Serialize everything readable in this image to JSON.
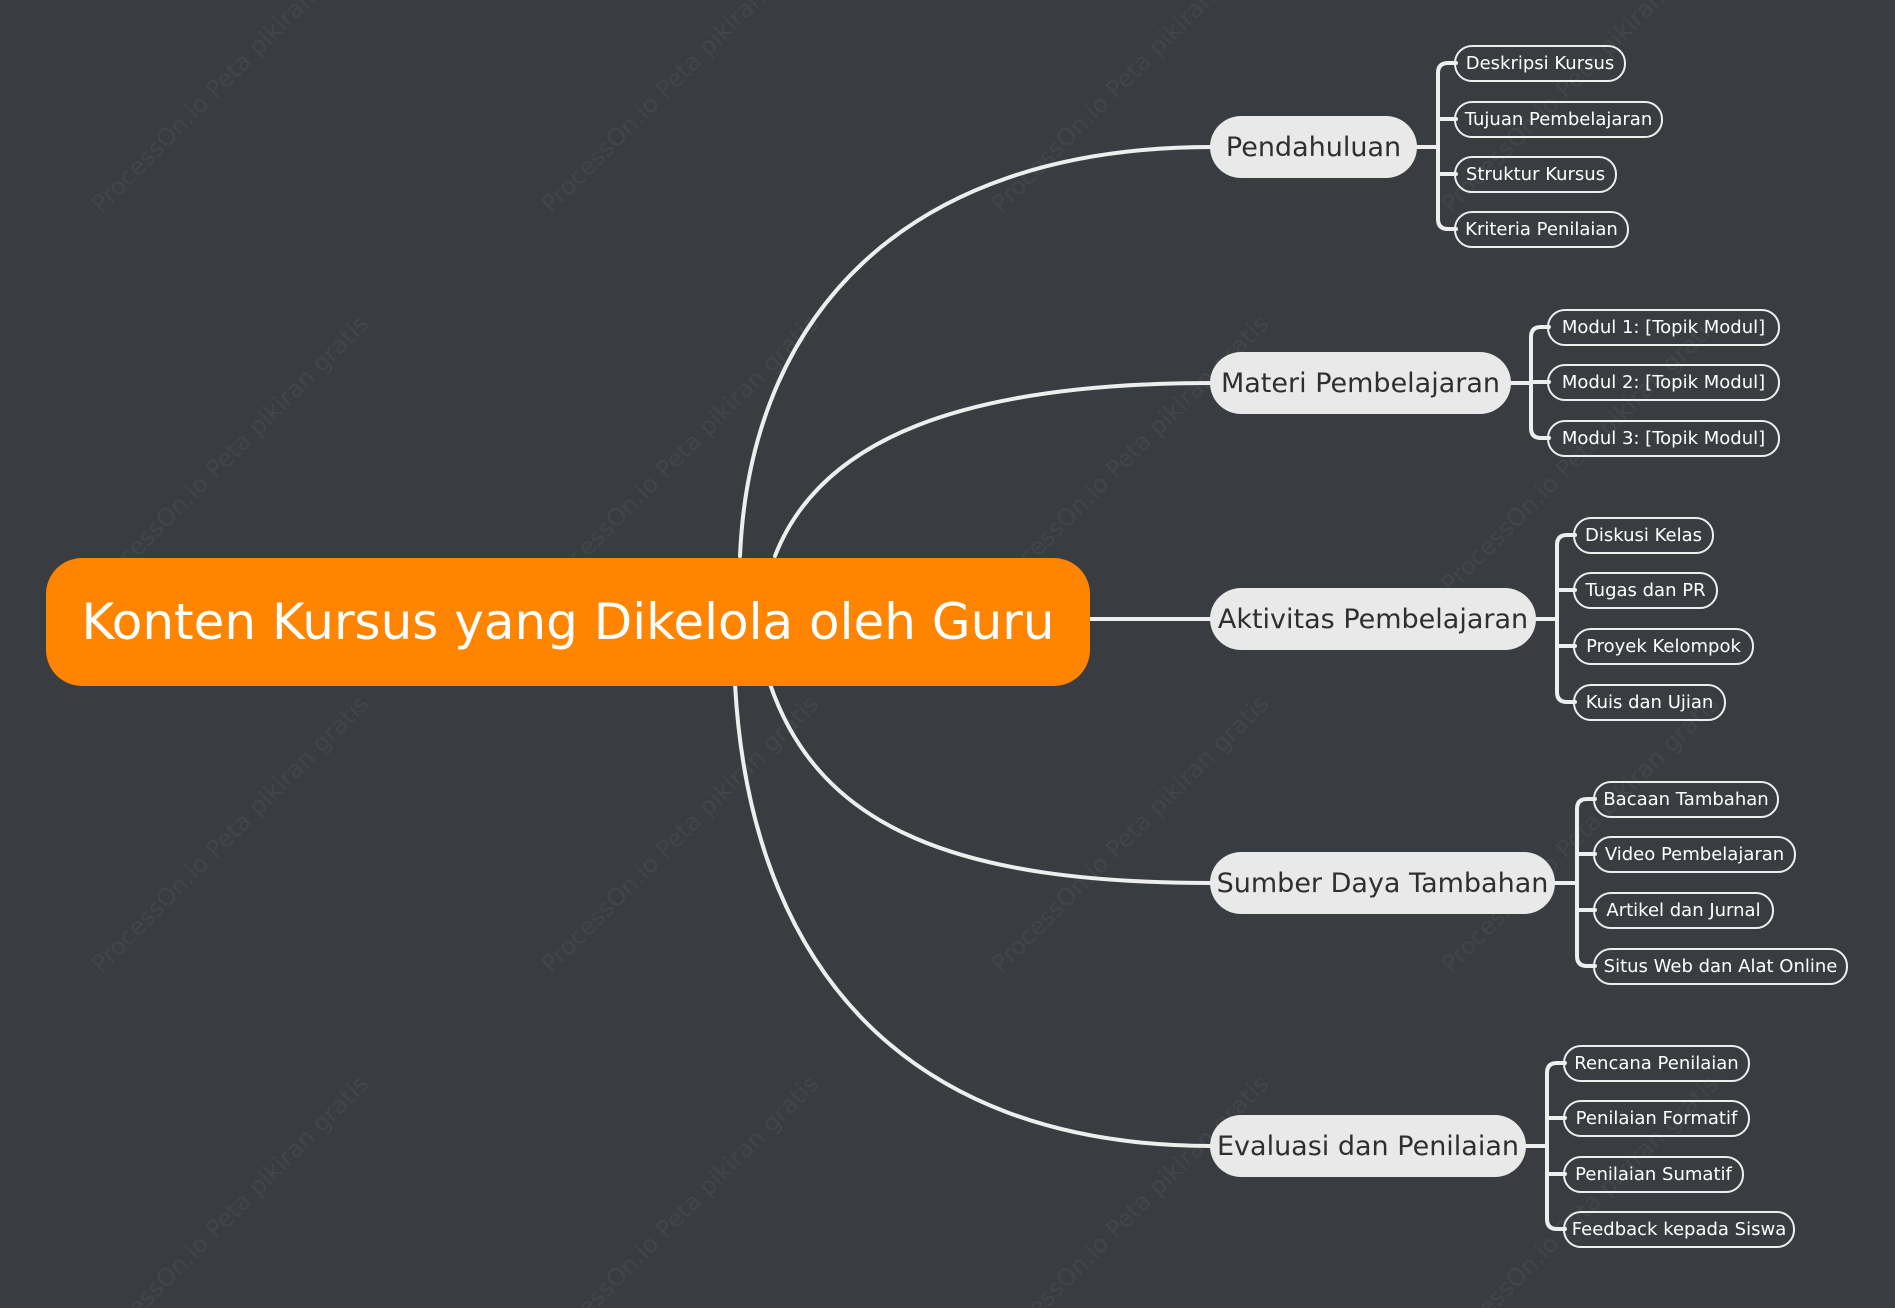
{
  "root": {
    "label": "Konten Kursus yang Dikelola oleh Guru"
  },
  "colors": {
    "background": "#393c41",
    "root": "#ff8400",
    "branch": "#e9e9e9",
    "line": "#eeeeee"
  },
  "branches": [
    {
      "label": "Pendahuluan",
      "children": [
        "Deskripsi Kursus",
        "Tujuan Pembelajaran",
        "Struktur Kursus",
        "Kriteria Penilaian"
      ]
    },
    {
      "label": "Materi Pembelajaran",
      "children": [
        "Modul 1: [Topik Modul]",
        "Modul 2: [Topik Modul]",
        "Modul 3: [Topik Modul]"
      ]
    },
    {
      "label": "Aktivitas Pembelajaran",
      "children": [
        "Diskusi Kelas",
        "Tugas dan PR",
        "Proyek Kelompok",
        "Kuis dan Ujian"
      ]
    },
    {
      "label": "Sumber Daya Tambahan",
      "children": [
        "Bacaan Tambahan",
        "Video Pembelajaran",
        "Artikel dan Jurnal",
        "Situs Web dan Alat Online"
      ]
    },
    {
      "label": "Evaluasi dan Penilaian",
      "children": [
        "Rencana Penilaian",
        "Penilaian Formatif",
        "Penilaian Sumatif",
        "Feedback kepada Siswa"
      ]
    }
  ],
  "watermark": "ProcessOn.io Peta pikiran gratis"
}
